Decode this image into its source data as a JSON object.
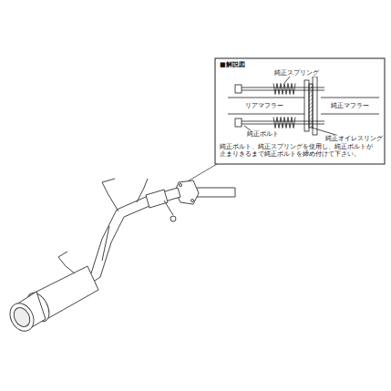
{
  "diagram": {
    "labels": [
      "■解説図",
      "純正スプリング",
      "リアマフラー",
      "純正マフラー",
      "純正ボルト",
      "純正オイレスリング",
      "純正ボルト、純正スプリングを使用し、純正ボルトが止まりきるまで純正ボルトを締め付けて下さい。"
    ]
  }
}
